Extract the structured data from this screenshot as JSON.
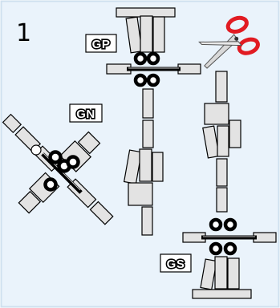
{
  "figure": {
    "panel_number": "1",
    "labels": {
      "gp": "GP",
      "gn": "GN",
      "gs": "GS"
    },
    "icons": {
      "scissors": "scissors-icon"
    },
    "colors": {
      "panel_background": "#eaf3fb",
      "panel_border": "#cfe0ef",
      "block_fill": "#e3e3e3",
      "stroke": "#000000",
      "scissors_handle": "#e11b22"
    }
  }
}
